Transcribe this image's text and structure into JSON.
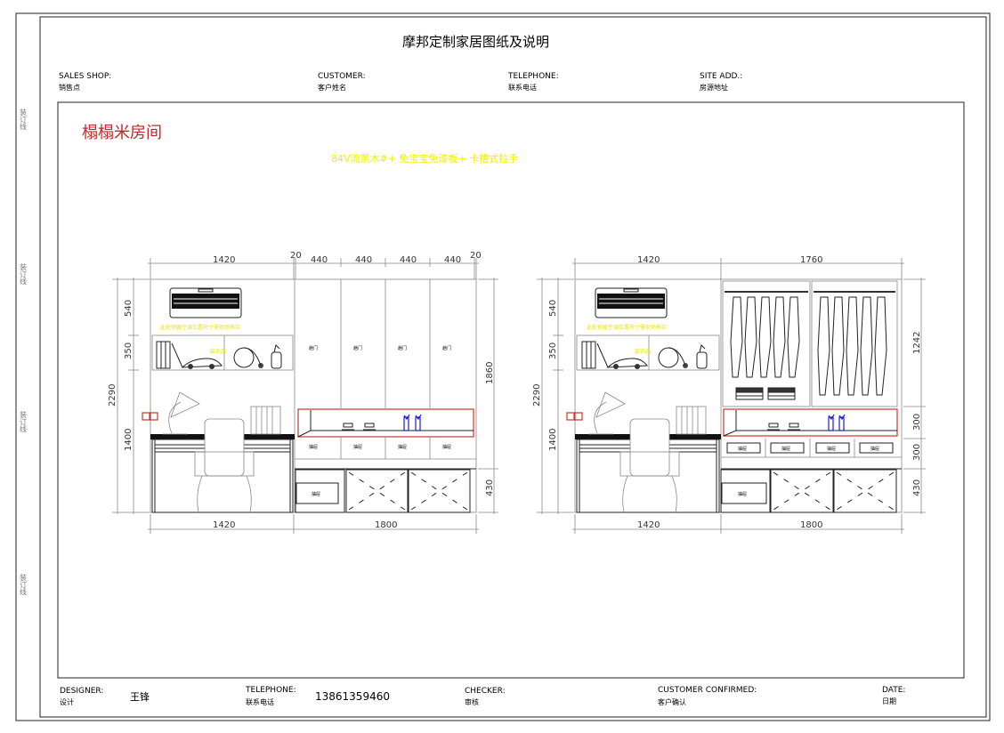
{
  "title": "摩邦定制家居图纸及说明",
  "header": {
    "sales_shop": {
      "en": "SALES SHOP:",
      "cn": "销售点"
    },
    "customer": {
      "en": "CUSTOMER:",
      "cn": "客户姓名"
    },
    "telephone": {
      "en": "TELEPHONE:",
      "cn": "联系电话"
    },
    "site": {
      "en": "SITE ADD.:",
      "cn": "房源地址"
    }
  },
  "binding_label": "装订线",
  "room_title": "榻榻米房间",
  "material_note": "84V流黑木#+ 免宝宝免漆板+ 卡槽式拉手",
  "colors": {
    "room_title": "#c0272d",
    "note": "#f5f500",
    "highlight": "#c0392b",
    "accent": "#1a1ad0"
  },
  "elevations": [
    {
      "top_dims": [
        "1420",
        "20",
        "440",
        "440",
        "440",
        "440",
        "20"
      ],
      "left_dims": {
        "total": "2290",
        "parts": [
          "540",
          "350",
          "1400"
        ]
      },
      "right_dims": [
        "1860",
        "430"
      ],
      "bottom_dims": [
        "1420",
        "1800"
      ],
      "ac_note": "此处预留空调位置尺寸需现场核实",
      "decor_label": "装饰品",
      "door_labels": [
        "趟门",
        "趟门",
        "趟门",
        "趟门"
      ],
      "drawer_labels": [
        "抽屉",
        "抽屉",
        "抽屉",
        "抽屉"
      ],
      "base_drawer_label": "抽屉"
    },
    {
      "top_dims": [
        "1420",
        "1760"
      ],
      "left_dims": {
        "total": "2290",
        "parts": [
          "540",
          "350",
          "1400"
        ]
      },
      "right_dims": [
        "1242",
        "300",
        "300",
        "430"
      ],
      "bottom_dims": [
        "1420",
        "1800"
      ],
      "ac_note": "此处预留空调位置尺寸需现场核实",
      "decor_label": "装饰品",
      "drawer_labels": [
        "抽屉",
        "抽屉",
        "抽屉",
        "抽屉"
      ],
      "base_drawer_label": "抽屉"
    }
  ],
  "footer": {
    "designer": {
      "en": "DESIGNER:",
      "cn": "设计",
      "value": "王锋"
    },
    "telephone": {
      "en": "TELEPHONE:",
      "cn": "联系电话",
      "value": "13861359460"
    },
    "checker": {
      "en": "CHECKER:",
      "cn": "审核"
    },
    "confirmed": {
      "en": "CUSTOMER CONFIRMED:",
      "cn": "客户确认"
    },
    "date": {
      "en": "DATE:",
      "cn": "日期"
    }
  }
}
